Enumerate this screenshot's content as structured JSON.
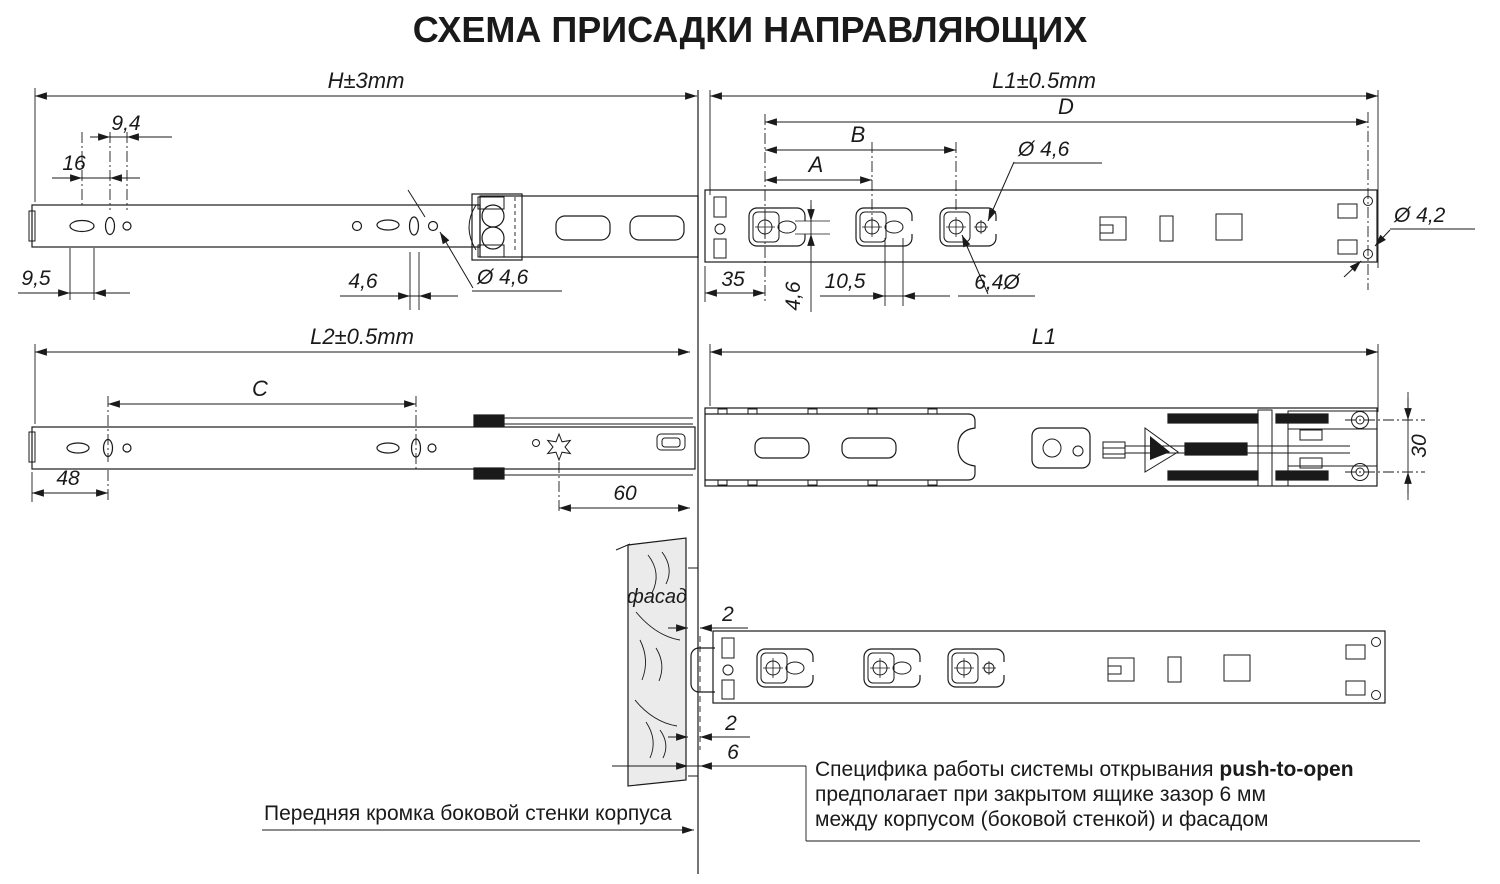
{
  "title": "СХЕМА ПРИСАДКИ НАПРАВЛЯЮЩИХ",
  "colors": {
    "line": "#1a1a1a",
    "facade_fill": "#ebebeb"
  },
  "views": {
    "drawer_rail_side": {
      "label_h": "H±3mm",
      "d94": "9,4",
      "d16": "16",
      "d95": "9,5",
      "d46": "4,6",
      "dia46": "Ø 4,6"
    },
    "cabinet_rail_front": {
      "label_l1": "L1±0.5mm",
      "dD": "D",
      "dB": "B",
      "dA": "A",
      "dia46": "Ø 4,6",
      "d35": "35",
      "d46": "4,6",
      "d105": "10,5",
      "dia64": "6,4Ø",
      "dia42": "Ø 4,2"
    },
    "drawer_rail_bottom": {
      "label_l2": "L2±0.5mm",
      "dC": "C",
      "d48": "48",
      "d60": "60"
    },
    "slide_assembled": {
      "label_l1": "L1",
      "d30": "30"
    },
    "facade_section": {
      "facade": "фасад",
      "gap2_top": "2",
      "gap2_bottom": "2",
      "gap6": "6"
    }
  },
  "note": {
    "line1_prefix": "Специфика работы системы открывания ",
    "line1_bold": "push-to-open",
    "line2": "предполагает при закрытом ящике зазор 6 мм",
    "line3": "между корпусом (боковой стенкой) и фасадом"
  },
  "front_edge_label": "Передняя кромка боковой стенки корпуса"
}
